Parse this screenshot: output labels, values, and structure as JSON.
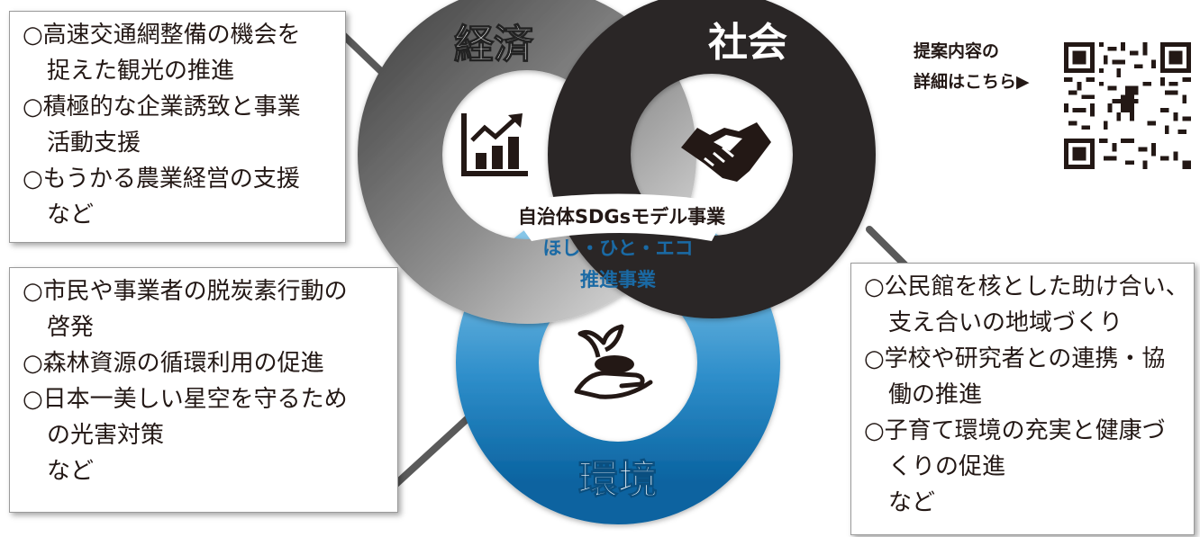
{
  "colors": {
    "economy_ring_dark": "#5a5a5a",
    "economy_ring_light": "#c2c2c2",
    "society_ring": "#2b2828",
    "environment_ring_light": "#6cb6df",
    "environment_ring_dark": "#0a66a3",
    "center_text_blue": "#1a6aa5",
    "connector": "#5a5a5a"
  },
  "circles": {
    "economy": {
      "label": "経済",
      "icon": "bar-chart-growth-icon"
    },
    "society": {
      "label": "社会",
      "icon": "handshake-icon"
    },
    "environment": {
      "label": "環境",
      "icon": "sprout-in-hand-icon"
    }
  },
  "center": {
    "title": "自治体SDGsモデル事業",
    "subtitle1": "ほし・ひと・エコ",
    "subtitle2": "推進事業"
  },
  "boxes": {
    "economy": {
      "lines": [
        "○高速交通網整備の機会を",
        "捉えた観光の推進",
        "○積極的な企業誘致と事業",
        "活動支援",
        "○もうかる農業経営の支援",
        "など"
      ]
    },
    "environment": {
      "lines": [
        "○市民や事業者の脱炭素行動の",
        "啓発",
        "○森林資源の循環利用の促進",
        "○日本一美しい星空を守るため",
        "の光害対策",
        "など"
      ]
    },
    "society": {
      "lines": [
        "○公民館を核とした助け合い、",
        "支え合いの地域づくり",
        "○学校や研究者との連携・協",
        "働の推進",
        "○子育て環境の充実と健康づ",
        "くりの促進",
        "など"
      ]
    }
  },
  "qr": {
    "line1": "提案内容の",
    "line2": "詳細はこちら▶",
    "icon": "qr-code-icon"
  }
}
